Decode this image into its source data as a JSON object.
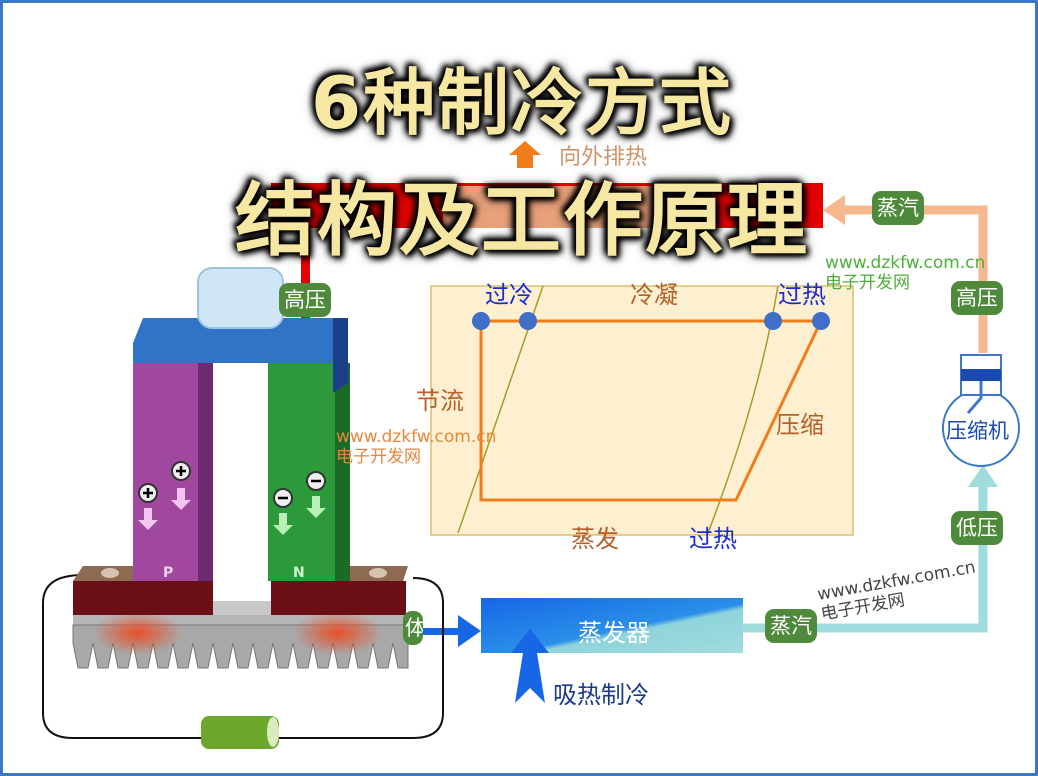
{
  "title": {
    "line1": "6种制冷方式",
    "line2": "结构及工作原理"
  },
  "top": {
    "heat_out": "向外排热"
  },
  "pipe_labels": {
    "steam_top": "蒸汽",
    "high_pressure_right": "高压",
    "compressor": "压缩机",
    "low_pressure": "低压",
    "steam_bottom": "蒸汽",
    "high_pressure_left": "高压",
    "partial_left": "体"
  },
  "evaporator": {
    "label": "蒸发器",
    "absorb": "吸热制冷"
  },
  "cycle_diagram": {
    "subcool": "过冷",
    "condense": "冷凝",
    "superheat_top": "过热",
    "throttle": "节流",
    "compress": "压缩",
    "evaporate": "蒸发",
    "superheat_bottom": "过热"
  },
  "peltier": {
    "p_label": "P",
    "n_label": "N"
  },
  "watermark": {
    "url": "www.dzkfw.com.cn",
    "name": "电子开发网"
  },
  "colors": {
    "frame": "#3b78c8",
    "title": "#f6e7a2",
    "condenser": "#e60000",
    "pill": "#4f8a3c",
    "cycle": "#f07d1a",
    "evaporator": "#1b6fe8"
  }
}
